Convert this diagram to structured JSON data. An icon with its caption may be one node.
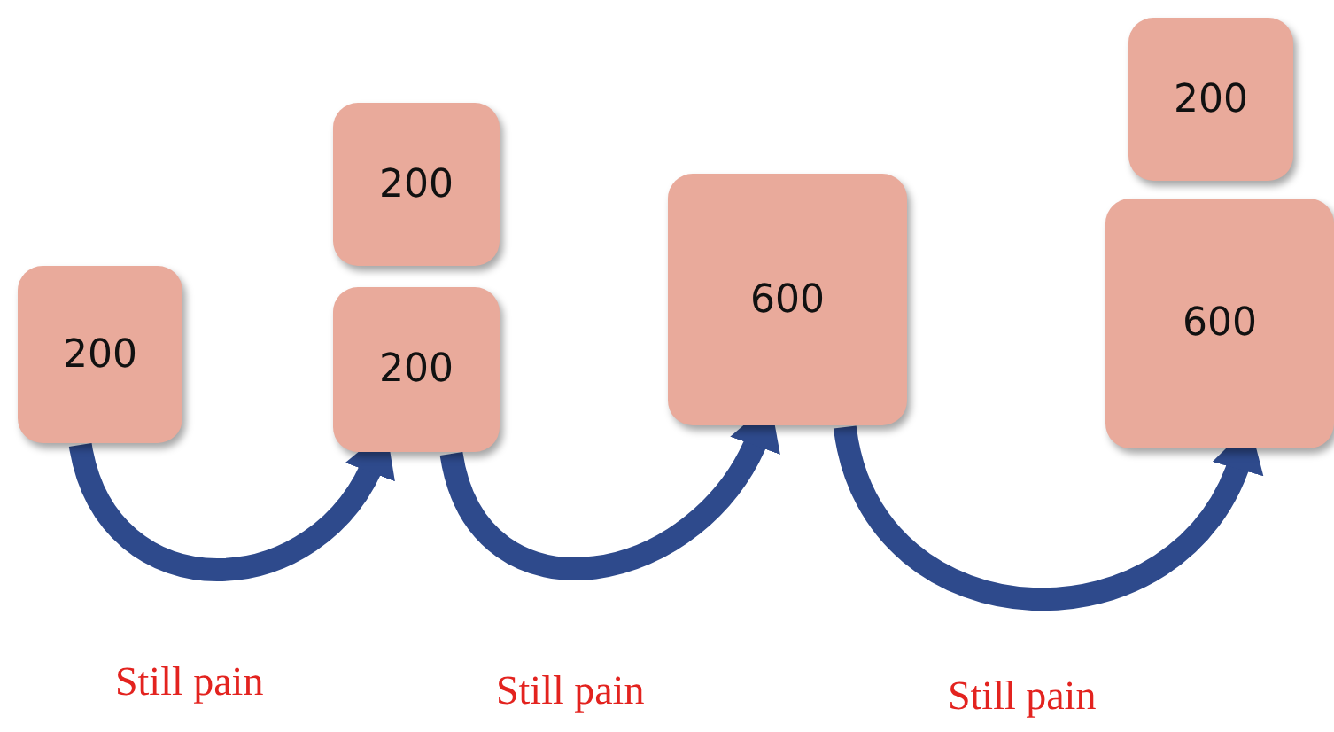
{
  "diagram": {
    "nodes": [
      {
        "text": [
          "200"
        ]
      },
      {
        "text": [
          "200"
        ]
      },
      {
        "text": [
          "200"
        ]
      },
      {
        "text": [
          "600"
        ]
      },
      {
        "text": [
          "200"
        ]
      },
      {
        "text": [
          "600"
        ]
      }
    ],
    "edges": [
      {
        "from": 0,
        "to": 2,
        "arrow": "to",
        "label": "Still pain"
      },
      {
        "from": 2,
        "to": 3,
        "arrow": "to",
        "label": "Still pain"
      },
      {
        "from": 3,
        "to": 5,
        "arrow": "to",
        "label": "Still pain"
      }
    ]
  }
}
